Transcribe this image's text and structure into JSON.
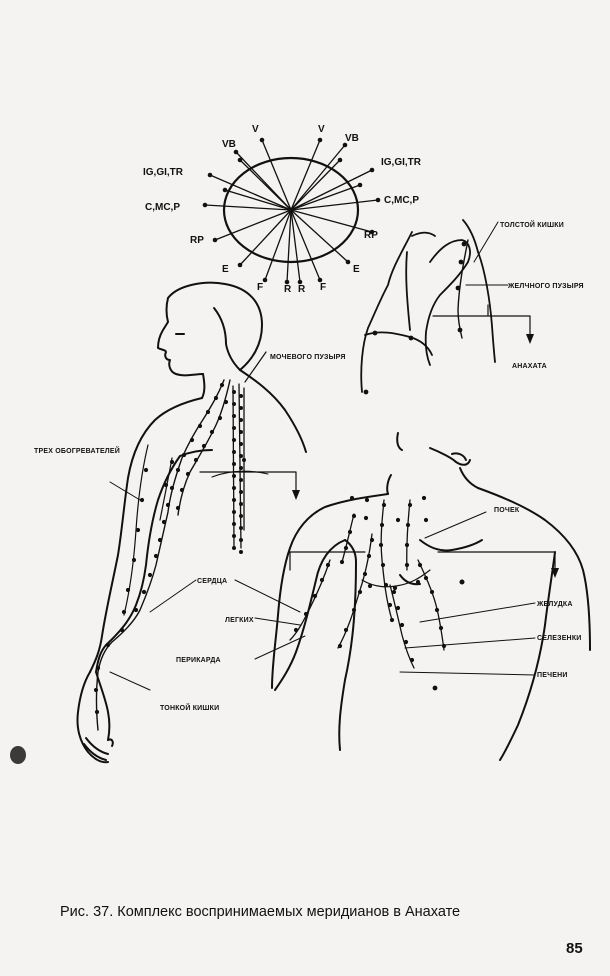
{
  "wheel_labels": {
    "v_left": "V",
    "v_right": "V",
    "vb_left": "VB",
    "vb_right": "VB",
    "ig_left": "IG,GI,TR",
    "ig_right": "IG,GI,TR",
    "cmcp_left": "C,MC,P",
    "cmcp_right": "C,MC,P",
    "rp_left": "RP",
    "rp_right": "RP",
    "e_left": "E",
    "e_right": "E",
    "f_left": "F",
    "f_right": "F",
    "r_left": "R",
    "r_right": "R"
  },
  "meridian_labels": {
    "tolstoy_kishki": "ТОЛСТОЙ КИШКИ",
    "zhelchnogo_puzyrya": "ЖЕЛЧНОГО ПУЗЫРЯ",
    "anakhata": "АНАХАТА",
    "mochevogo_puzyrya": "МОЧЕВОГО ПУЗЫРЯ",
    "trekh_obogrevateley": "ТРЕХ ОБОГРЕВАТЕЛЕЙ",
    "pochek": "ПОЧЕК",
    "serdtsa": "СЕРДЦА",
    "legkikh": "ЛЕГКИХ",
    "perikarda": "ПЕРИКАРДА",
    "zheludka": "ЖЕЛУДКА",
    "selezenki": "СЕЛЕЗЕНКИ",
    "pecheni": "ПЕЧЕНИ",
    "tonkoy_kishki": "ТОНКОЙ КИШКИ"
  },
  "caption": "Рис. 37. Комплекс воспринимаемых меридианов в Анахате",
  "page_number": "85"
}
